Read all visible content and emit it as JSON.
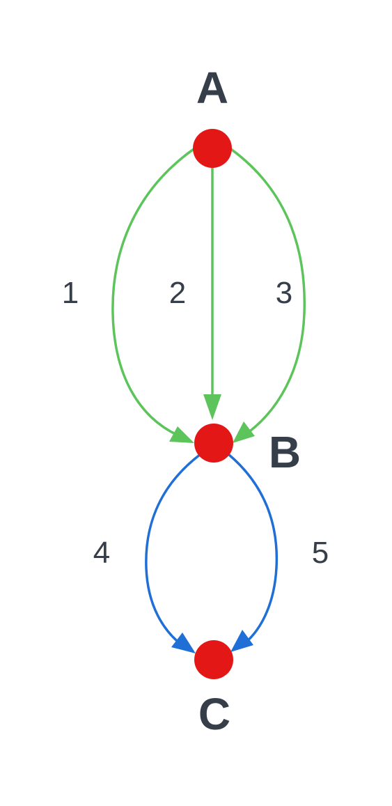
{
  "colors": {
    "node_fill": "#e41717",
    "edge_group_ab": "#5cc45a",
    "edge_group_bc": "#1f6fd6",
    "text": "#363e4a",
    "background": "#ffffff"
  },
  "nodes": [
    {
      "id": "A",
      "label": "A"
    },
    {
      "id": "B",
      "label": "B"
    },
    {
      "id": "C",
      "label": "C"
    }
  ],
  "edges": [
    {
      "id": "1",
      "label": "1",
      "from": "A",
      "to": "B",
      "color": "edge_group_ab"
    },
    {
      "id": "2",
      "label": "2",
      "from": "A",
      "to": "B",
      "color": "edge_group_ab"
    },
    {
      "id": "3",
      "label": "3",
      "from": "A",
      "to": "B",
      "color": "edge_group_ab"
    },
    {
      "id": "4",
      "label": "4",
      "from": "B",
      "to": "C",
      "color": "edge_group_bc"
    },
    {
      "id": "5",
      "label": "5",
      "from": "B",
      "to": "C",
      "color": "edge_group_bc"
    }
  ]
}
